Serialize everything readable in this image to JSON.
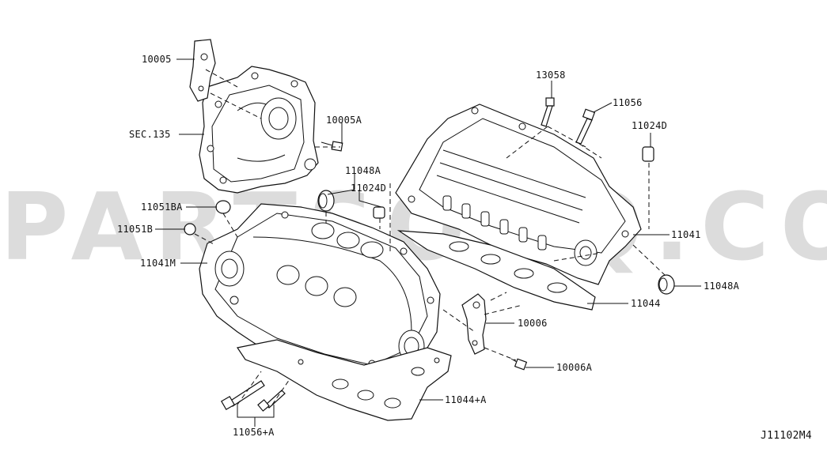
{
  "watermark": "PARTSOUQ.COM",
  "diagram_code": "J11102M4",
  "callouts": {
    "p10005": "10005",
    "sec135": "SEC.135",
    "p10005a": "10005A",
    "p11048a_top": "11048A",
    "p11051ba": "11051BA",
    "p11051b": "11051B",
    "p11024d_mid": "11024D",
    "p11041m": "11041M",
    "p13058": "13058",
    "p11056": "11056",
    "p11024d_right": "11024D",
    "p11041": "11041",
    "p11048a_right": "11048A",
    "p11044": "11044",
    "p10006": "10006",
    "p10006a": "10006A",
    "p11044a": "11044+A",
    "p11056a": "11056+A"
  }
}
